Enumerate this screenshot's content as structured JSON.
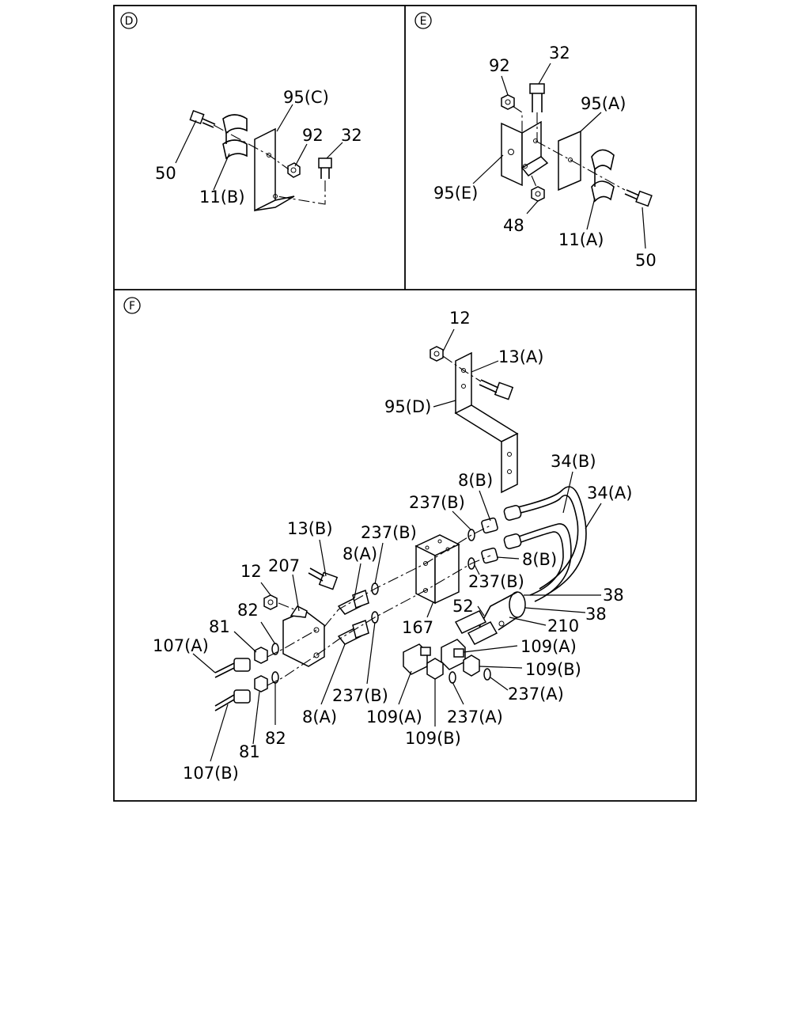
{
  "panels": {
    "d": "D",
    "e": "E",
    "f": "F"
  },
  "labels": {
    "d_95c": "95(C)",
    "d_92": "92",
    "d_32": "32",
    "d_50": "50",
    "d_11b": "11(B)",
    "e_92": "92",
    "e_32": "32",
    "e_95a": "95(A)",
    "e_95e": "95(E)",
    "e_48": "48",
    "e_11a": "11(A)",
    "e_50": "50",
    "f_12a": "12",
    "f_13a": "13(A)",
    "f_95d": "95(D)",
    "f_34b": "34(B)",
    "f_34a": "34(A)",
    "f_8b_top": "8(B)",
    "f_237b_top": "237(B)",
    "f_13b": "13(B)",
    "f_237b_mid": "237(B)",
    "f_8a_top": "8(A)",
    "f_8b_right": "8(B)",
    "f_12b": "12",
    "f_207": "207",
    "f_237b_right": "237(B)",
    "f_38a": "38",
    "f_52": "52",
    "f_38b": "38",
    "f_82_top": "82",
    "f_167": "167",
    "f_210": "210",
    "f_81_top": "81",
    "f_109a_right": "109(A)",
    "f_107a": "107(A)",
    "f_109b_right": "109(B)",
    "f_237a_right": "237(A)",
    "f_237b_bot": "237(B)",
    "f_8a_bot": "8(A)",
    "f_109a_bot": "109(A)",
    "f_237a_bot": "237(A)",
    "f_82_bot": "82",
    "f_109b_bot": "109(B)",
    "f_81_bot": "81",
    "f_107b": "107(B)"
  }
}
